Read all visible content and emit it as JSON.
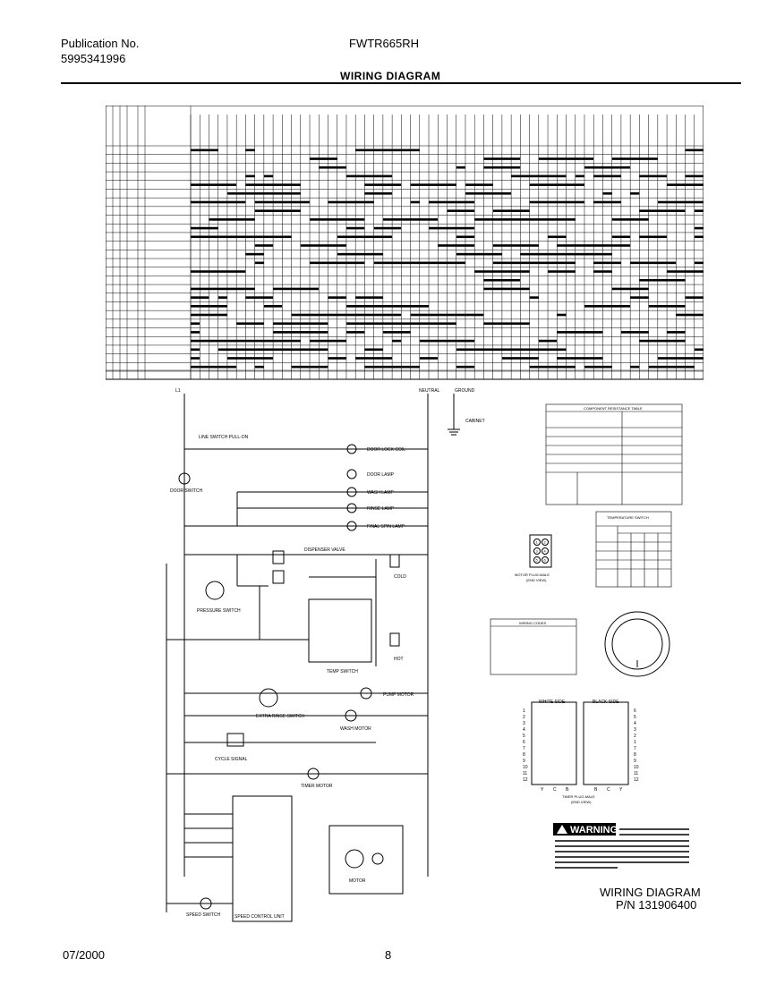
{
  "header": {
    "publication_label": "Publication No.",
    "publication_number": "5995341996",
    "model": "FWTR665RH",
    "title": "WIRING DIAGRAM"
  },
  "footer": {
    "date": "07/2000",
    "page_number": "8",
    "diagram_label": "WIRING DIAGRAM",
    "part_number": "P/N 131906400"
  },
  "labels": {
    "l1": "L1",
    "neutral": "NEUTRAL",
    "ground": "GROUND",
    "cabinet": "CABINET",
    "motor_plug": "MOTOR PLUG-MALE",
    "motor_plug_sub": "(END VIEW)",
    "timer_plug": "TIMER PLUG-MALE",
    "timer_plug_sub": "(END VIEW)",
    "white_side": "WHITE SIDE",
    "black_side": "BLACK SIDE",
    "warning": "WARNING",
    "speed_control": "SPEED CONTROL UNIT",
    "motor": "MOTOR",
    "timer_motor": "TIMER MOTOR",
    "pump_motor": "PUMP MOTOR",
    "wash_motor": "WASH MOTOR",
    "door_lock_coil": "DOOR LOCK COIL",
    "door_lamp": "DOOR LAMP",
    "wash_lamp": "WASH LAMP",
    "rinse_lamp": "RINSE LAMP",
    "final_spin_lamp": "FINAL SPIN LAMP",
    "dispenser_valve": "DISPENSER VALVE",
    "water_valve_cold": "COLD",
    "water_valve_hot": "HOT",
    "pressure_switch": "PRESSURE SWITCH",
    "temp_switch": "TEMP SWITCH",
    "extra_rinse": "EXTRA RINSE SWITCH",
    "cycle_signal": "CYCLE SIGNAL",
    "speed_switch": "SPEED SWITCH",
    "door_switch": "DOOR SWITCH",
    "line_switch": "LINE SWITCH PULL-ON",
    "component_table_title": "COMPONENT RESISTANCE TABLE",
    "temp_table_title": "TEMPERATURE SWITCH",
    "wiring_codes_title": "WIRING CODES"
  },
  "motor_plug_pins": [
    "1",
    "2",
    "3",
    "4",
    "5",
    "6"
  ],
  "timer_pins_left": [
    "1",
    "2",
    "3",
    "4",
    "5",
    "6",
    "7",
    "8",
    "9",
    "10",
    "11",
    "12"
  ],
  "timer_pins_right": [
    "6",
    "5",
    "4",
    "3",
    "2",
    "1",
    "7",
    "8",
    "9",
    "10",
    "11",
    "12"
  ],
  "timer_letters_white": [
    "Y",
    "C",
    "B"
  ],
  "timer_letters_black": [
    "B",
    "C",
    "Y"
  ],
  "colors": {
    "ink": "#000000",
    "paper": "#ffffff"
  }
}
